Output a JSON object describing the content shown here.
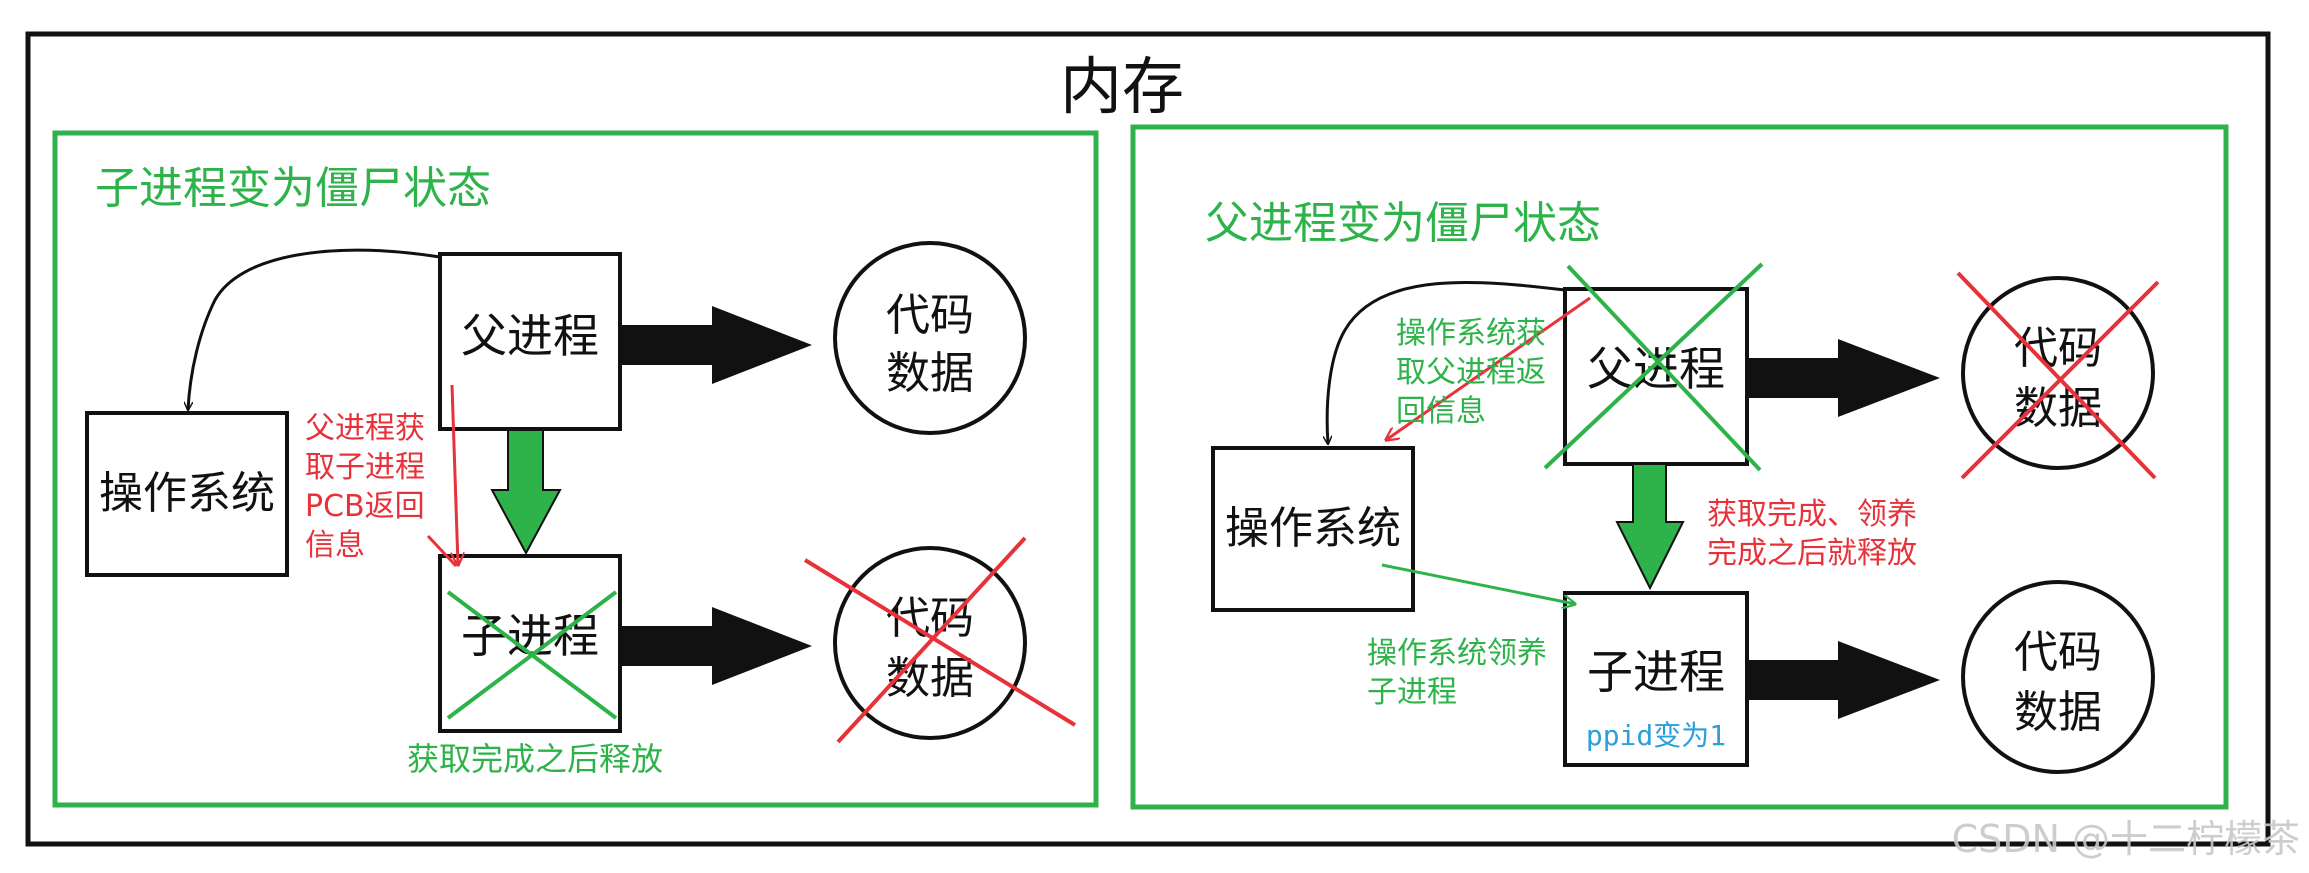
{
  "memory": {
    "title": "内存"
  },
  "left_panel": {
    "title": "子进程变为僵尸状态",
    "parent_box": "父进程",
    "child_box": "子进程",
    "os_box": "操作系统",
    "code_data_top": [
      "代码",
      "数据"
    ],
    "code_data_bottom": [
      "代码",
      "数据"
    ],
    "annotation_red": [
      "父进程获",
      "取子进程",
      "PCB返回",
      "信息"
    ],
    "annotation_green": "获取完成之后释放"
  },
  "right_panel": {
    "title": "父进程变为僵尸状态",
    "parent_box": "父进程",
    "child_box": "子进程",
    "child_note": "ppid变为1",
    "os_box": "操作系统",
    "code_data_top": [
      "代码",
      "数据"
    ],
    "code_data_bottom": [
      "代码",
      "数据"
    ],
    "annotation_os_get": [
      "操作系统获",
      "取父进程返",
      "回信息"
    ],
    "annotation_adopt": [
      "操作系统领养",
      "子进程"
    ],
    "annotation_release": [
      "获取完成、领养",
      "完成之后就释放"
    ]
  },
  "watermark": "CSDN @十二柠檬茶",
  "colors": {
    "green": "#2eb34a",
    "red": "#e8323a",
    "blue": "#2a9fd8",
    "black": "#111111"
  }
}
